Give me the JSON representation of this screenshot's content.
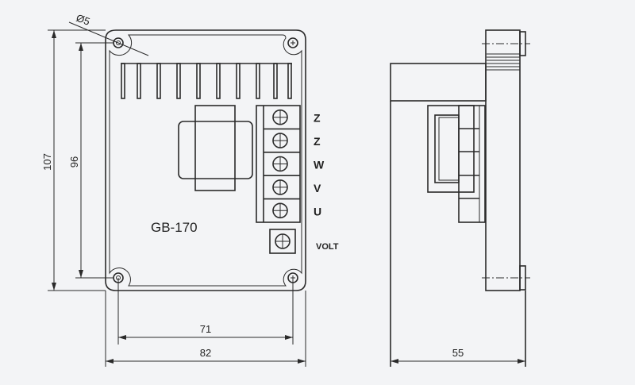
{
  "model": "GB-170",
  "terminals": [
    "Z",
    "Z",
    "W",
    "V",
    "U"
  ],
  "pot_label": "VOLT",
  "dimensions": {
    "hole_diameter": "Ø5",
    "height_outer": "107",
    "height_holes": "96",
    "width_holes": "71",
    "width_outer": "82",
    "depth": "55"
  }
}
